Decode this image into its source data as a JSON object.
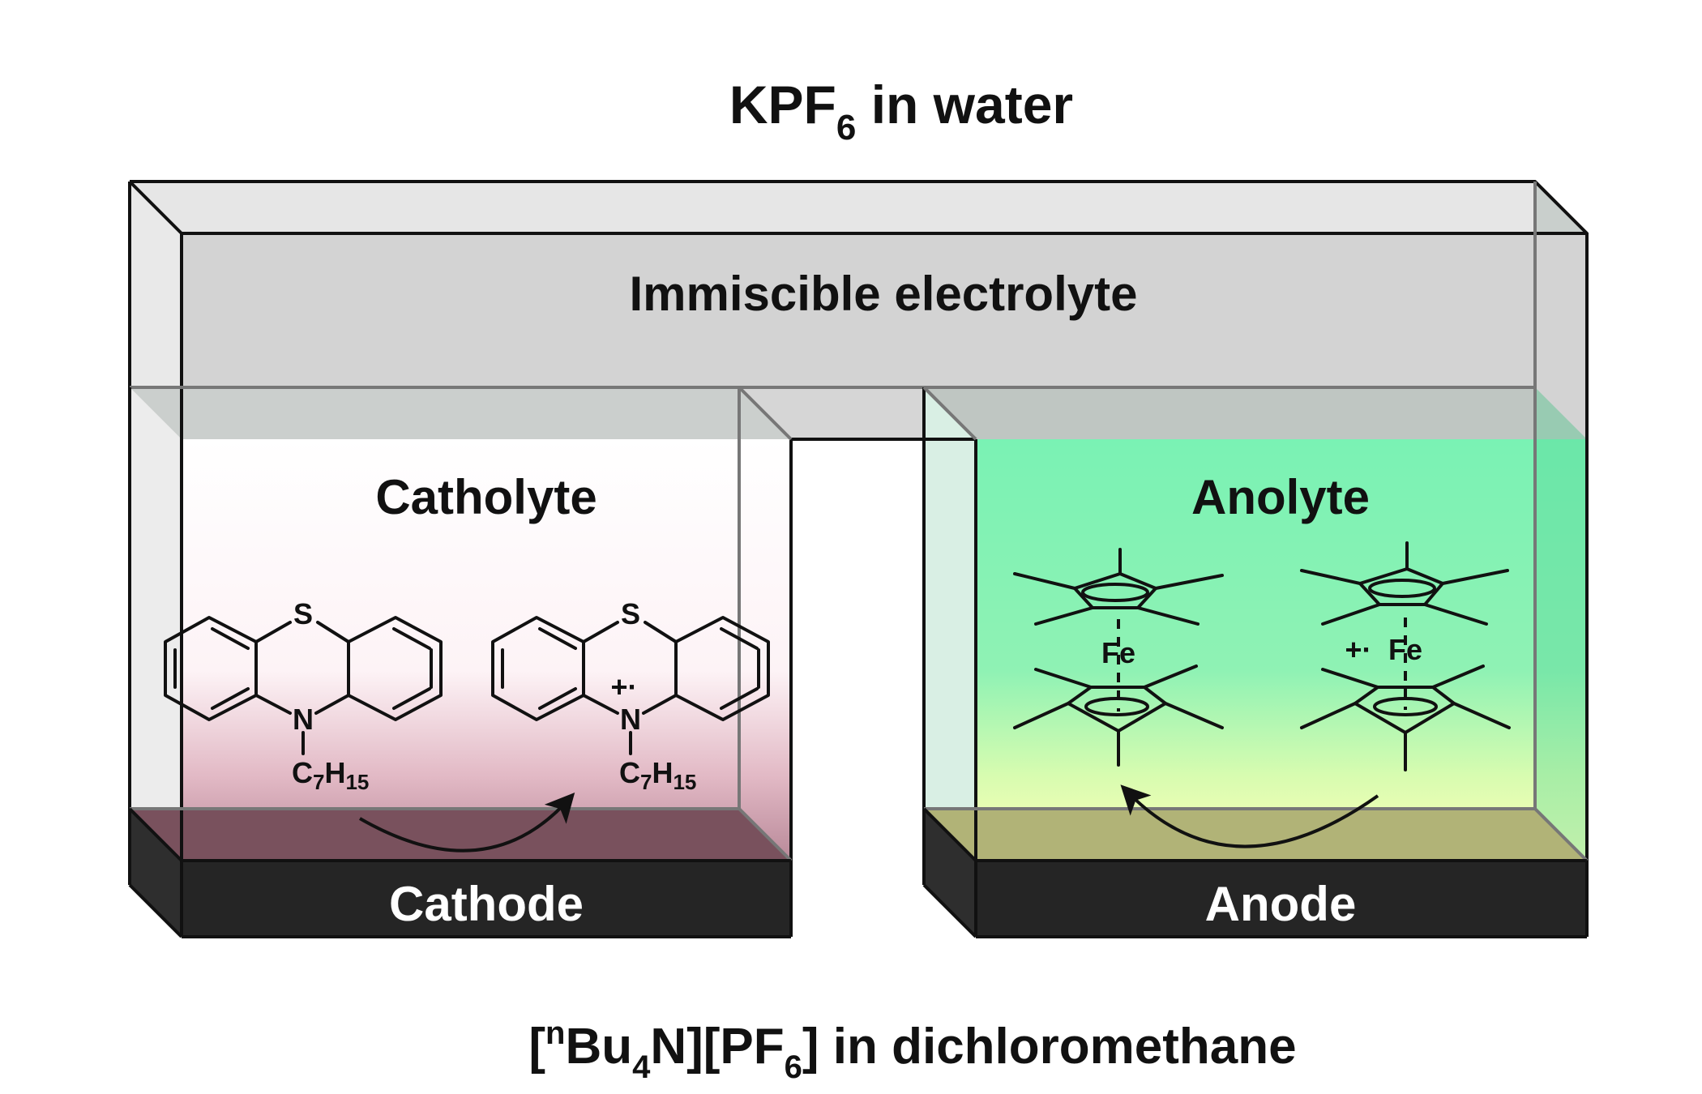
{
  "top_label": {
    "text": "KPF",
    "sub": "6",
    "rest": " in water"
  },
  "bridge_label": "Immiscible electrolyte",
  "catholyte_label": "Catholyte",
  "anolyte_label": "Anolyte",
  "cathode_label": "Cathode",
  "anode_label": "Anode",
  "bottom_label": {
    "p1": "[",
    "sup": "n",
    "p2": "Bu",
    "sub1": "4",
    "p3": "N][PF",
    "sub2": "6",
    "p4": "] in dichloromethane"
  },
  "atoms": {
    "sulfur": "S",
    "nitrogen": "N",
    "iron": "Fe",
    "radical_cation": "+·"
  },
  "chain": {
    "c": "C",
    "c_sub": "7",
    "h": "H",
    "h_sub": "15"
  },
  "colors": {
    "bridge_fill": "#d3d3d3",
    "catholyte_top": "#ffffff",
    "catholyte_bottom": "#8c5a6a",
    "anolyte_top": "#7af2b4",
    "anolyte_bottom": "#ffffb8",
    "electrode": "#252525"
  }
}
